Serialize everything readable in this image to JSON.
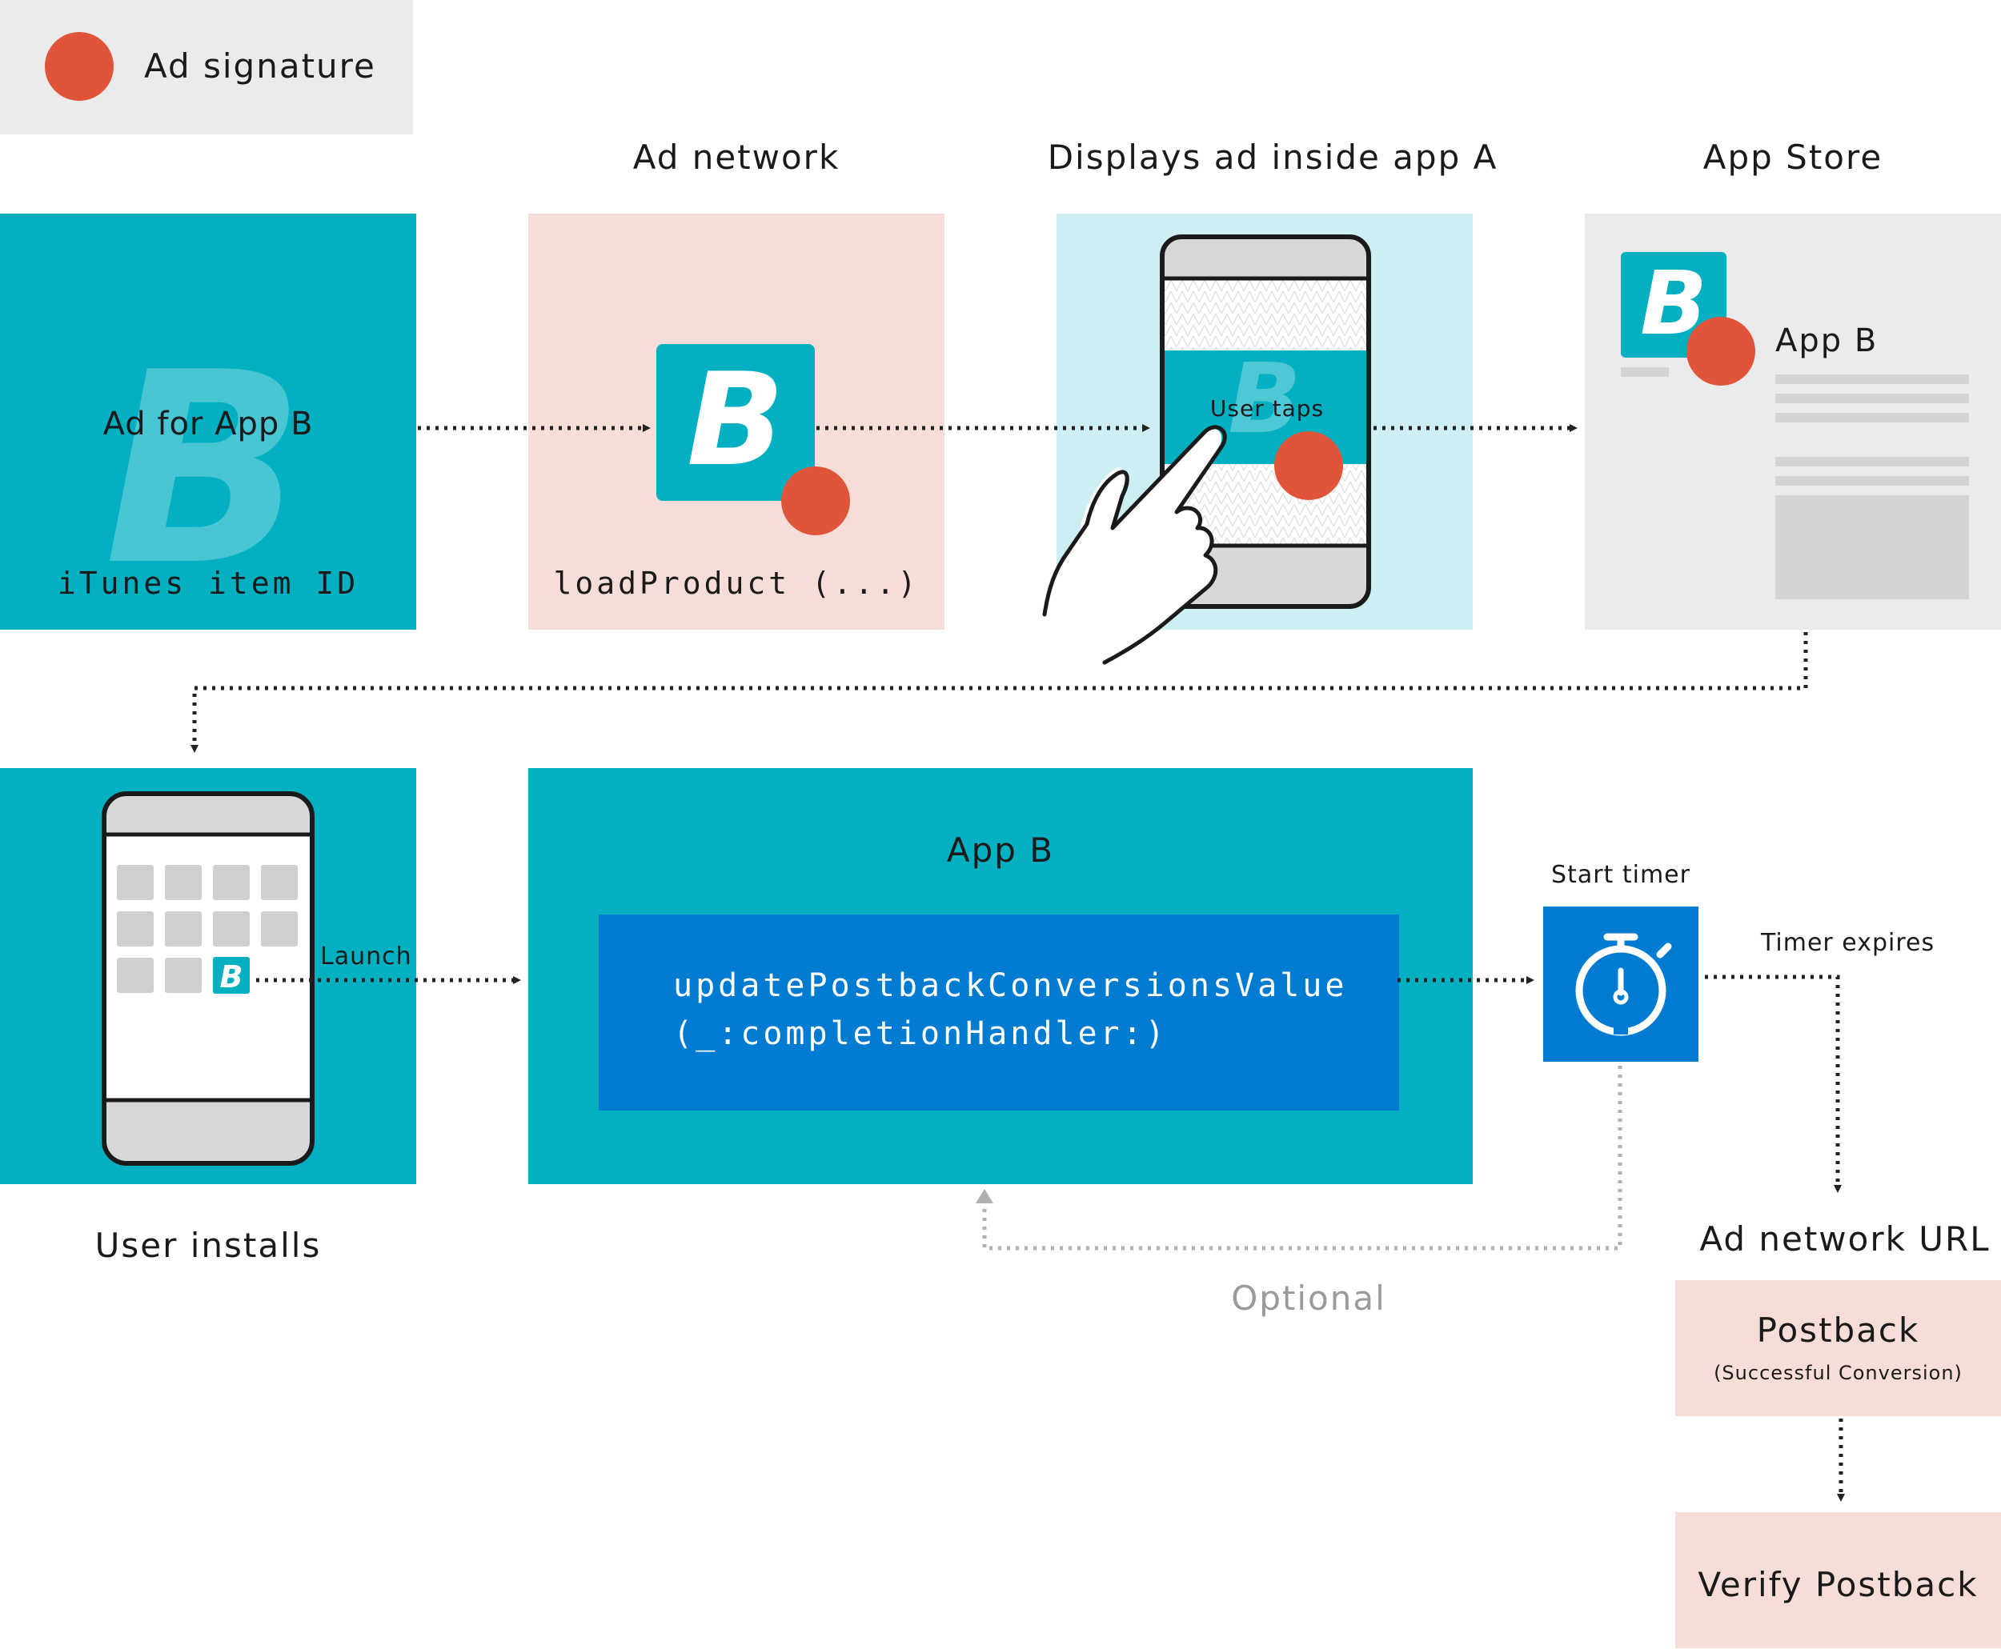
{
  "legend": {
    "label": "Ad signature",
    "color": "#e0553a"
  },
  "colors": {
    "teal": "#02b0c2",
    "light_teal": "#cdeef2",
    "pink": "#f7ddd7",
    "gray": "#ebebeb",
    "blue": "#007bd2",
    "red_dot": "#e0553a",
    "gray_arrow": "#b0b0b0"
  },
  "row1": {
    "ad_card": {
      "title": "Ad for App B",
      "watermark_letter": "B",
      "subtitle": "iTunes item ID"
    },
    "ad_network": {
      "heading": "Ad network",
      "icon_letter": "B",
      "code": "loadProduct (...)"
    },
    "displays": {
      "heading": "Displays ad inside app A",
      "caption": "User taps",
      "banner_letter": "B"
    },
    "app_store": {
      "heading": "App Store",
      "icon_letter": "B",
      "app_name": "App B"
    }
  },
  "row2": {
    "installs": {
      "caption": "User installs",
      "launch_label": "Launch",
      "icon_letter": "B"
    },
    "app_b": {
      "heading": "App B",
      "code_line1": "updatePostbackConversionsValue",
      "code_line2": "(_:completionHandler:)"
    },
    "timer": {
      "start_label": "Start timer",
      "expires_label": "Timer expires",
      "icon": "stopwatch-icon"
    },
    "optional_label": "Optional"
  },
  "endpoint": {
    "heading": "Ad network URL",
    "postback_title": "Postback",
    "postback_sub": "(Successful Conversion)",
    "verify_label": "Verify Postback"
  }
}
